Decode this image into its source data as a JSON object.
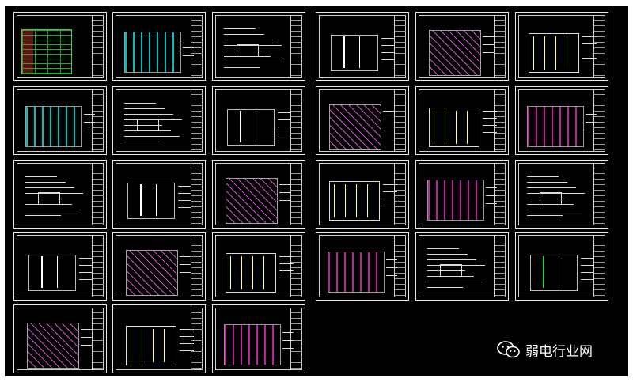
{
  "watermark": {
    "text": "弱电行业网",
    "icon": "wechat-icon"
  },
  "sheets_per_row": [
    6,
    6,
    6,
    6,
    3
  ]
}
